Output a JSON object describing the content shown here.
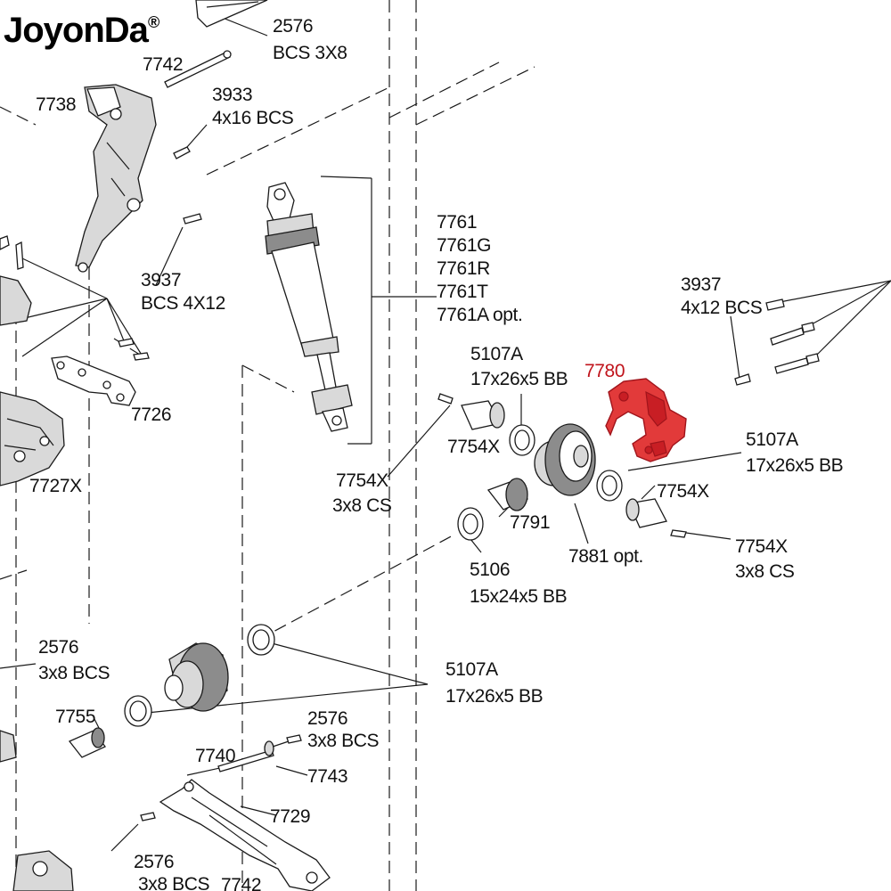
{
  "brand": {
    "name": "JoyonDa",
    "mark": "®"
  },
  "colors": {
    "highlight": "#e23a3a",
    "lines": "#1a1a1a",
    "background": "#ffffff"
  },
  "labels": {
    "bolt_2576_top": {
      "num": "2576",
      "desc": "BCS 3X8"
    },
    "pin_7742_top": "7742",
    "part_7738": "7738",
    "screw_3933": {
      "num": "3933",
      "desc": "4x16 BCS"
    },
    "shock_7761": [
      "7761",
      "7761G",
      "7761R",
      "7761T",
      "7761A opt."
    ],
    "screw_3937_left": {
      "num": "3937",
      "desc": "BCS 4X12"
    },
    "part_7726": "7726",
    "part_7727x": "7727X",
    "screw_3937_right": {
      "num": "3937",
      "desc": "4x12 BCS"
    },
    "part_7780": "7780",
    "bearing_5107a_top": {
      "num": "5107A",
      "desc": "17x26x5 BB"
    },
    "part_7754x_left": "7754X",
    "screw_7754x_left": {
      "num": "7754X",
      "desc": "3x8 CS"
    },
    "bearing_5107a_right": {
      "num": "5107A",
      "desc": "17x26x5 BB"
    },
    "part_7754x_right": "7754X",
    "part_7791": "7791",
    "part_7881": "7881 opt.",
    "screw_7754x_right": {
      "num": "7754X",
      "desc": "3x8 CS"
    },
    "bearing_5106": {
      "num": "5106",
      "desc": "15x24x5 BB"
    },
    "bolt_2576_mid": {
      "num": "2576",
      "desc": "3x8 BCS"
    },
    "bearing_5107a_bottom": {
      "num": "5107A",
      "desc": "17x26x5 BB"
    },
    "part_7755": "7755",
    "bolt_2576_low": {
      "num": "2576",
      "desc": "3x8 BCS"
    },
    "part_7740": "7740",
    "part_7743": "7743",
    "part_7729": "7729",
    "bolt_2576_bottom": {
      "num": "2576",
      "desc": "3x8 BCS"
    },
    "part_7742_bottom": "7742"
  }
}
